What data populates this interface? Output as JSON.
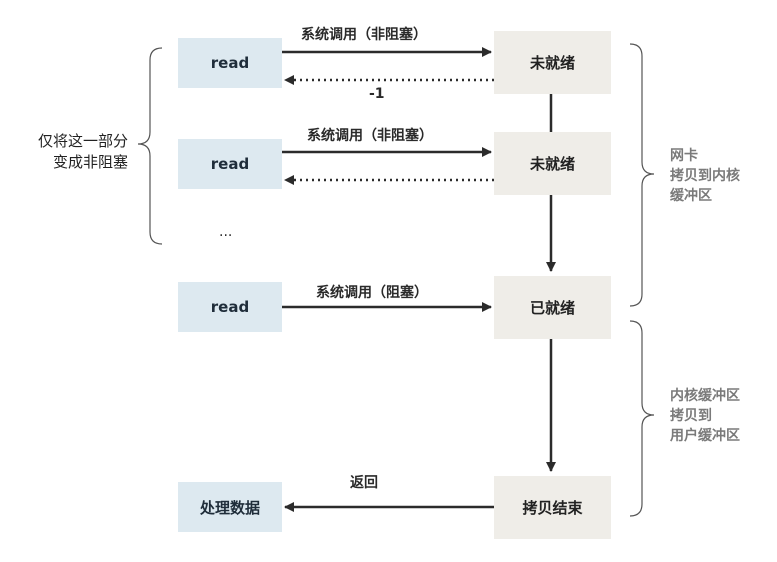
{
  "diagram": {
    "left_boxes": {
      "read1": "read",
      "read2": "read",
      "read3": "read",
      "process": "处理数据"
    },
    "right_boxes": {
      "state1": "未就绪",
      "state2": "未就绪",
      "state3": "已就绪",
      "state4": "拷贝结束"
    },
    "arrow_labels": {
      "call1": "系统调用（非阻塞）",
      "ret1": "-1",
      "call2": "系统调用（非阻塞）",
      "call3": "系统调用（阻塞）",
      "return": "返回"
    },
    "ellipsis": "...",
    "left_brace_note": {
      "line1": "仅将这一部分",
      "line2": "变成非阻塞"
    },
    "right_brace_note1": {
      "line1": "网卡",
      "line2": "拷贝到内核",
      "line3": "缓冲区"
    },
    "right_brace_note2": {
      "line1": "内核缓冲区",
      "line2": "拷贝到",
      "line3": "用户缓冲区"
    },
    "colors": {
      "left_box_fill": "#dde9f0",
      "right_box_fill": "#efede8",
      "arrow": "#2b2b2b",
      "brace": "#555555",
      "note_gray": "#7a7a7a"
    }
  }
}
